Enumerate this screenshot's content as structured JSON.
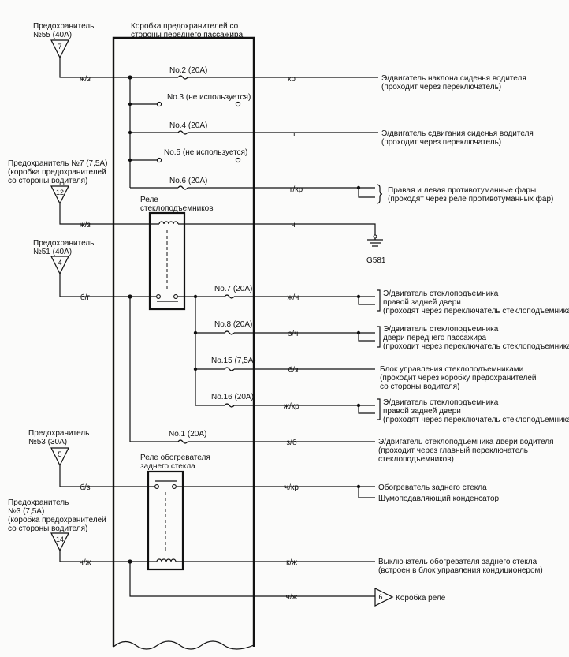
{
  "box": {
    "title_lines": [
      "Коробка предохранителей со",
      "стороны переднего пассажира"
    ]
  },
  "sources": [
    {
      "lines": [
        "Предохранитель",
        "№55 (40А)"
      ],
      "num": "7",
      "wire": "ж/з"
    },
    {
      "lines": [
        "Предохранитель №7 (7,5А)",
        "(коробка предохранителей",
        "со стороны водителя)"
      ],
      "num": "12",
      "wire": "ж/з"
    },
    {
      "lines": [
        "Предохранитель",
        "№51 (40А)"
      ],
      "num": "4",
      "wire": "б/г"
    },
    {
      "lines": [
        "Предохранитель",
        "№53 (30А)"
      ],
      "num": "5",
      "wire": "б/з"
    },
    {
      "lines": [
        "Предохранитель",
        "№3 (7,5А)",
        "(коробка предохранителей",
        "со стороны водителя)"
      ],
      "num": "14",
      "wire": "ч/ж"
    }
  ],
  "fuses": [
    {
      "label": "No.2 (20A)",
      "wire": "кр",
      "desc": [
        "Э/двигатель наклона сиденья водителя",
        "(проходит через переключатель)"
      ]
    },
    {
      "label": "No.3 (не используется)",
      "wire": "",
      "desc": []
    },
    {
      "label": "No.4 (20A)",
      "wire": "г",
      "desc": [
        "Э/двигатель сдвигания сиденья водителя",
        "(проходит через переключатель)"
      ]
    },
    {
      "label": "No.5 (не используется)",
      "wire": "",
      "desc": []
    },
    {
      "label": "No.6 (20A)",
      "wire": "г/кр",
      "desc": [
        "Правая и левая противотуманные фары",
        "(проходят через реле противотуманных фар)"
      ]
    },
    {
      "label": "No.7 (20A)",
      "wire": "ж/ч",
      "desc": [
        "Э/двигатель стеклоподъемника",
        "правой задней двери",
        "(проходят через переключатель стеклоподъемника)"
      ]
    },
    {
      "label": "No.8 (20A)",
      "wire": "з/ч",
      "desc": [
        "Э/двигатель стеклоподъемника",
        "двери переднего пассажира",
        "(проходит через переключатель стеклоподъемника)"
      ]
    },
    {
      "label": "No.15 (7,5A)",
      "wire": "б/з",
      "desc": [
        "Блок управления стеклоподъемниками",
        "(проходит через коробку предохранителей",
        "со стороны водителя)"
      ]
    },
    {
      "label": "No.16 (20A)",
      "wire": "ж/кр",
      "desc": [
        "Э/двигатель стеклоподъемника",
        "правой задней двери",
        "(проходят через переключатель стеклоподъемника)"
      ]
    },
    {
      "label": "No.1 (20A)",
      "wire": "з/б",
      "desc": [
        "Э/двигатель стеклоподъемника двери водителя",
        "(проходит через главный переключатель",
        "стеклоподъемников)"
      ]
    }
  ],
  "relay1": {
    "lines": [
      "Реле",
      "стеклоподъемников"
    ],
    "coil_wire": "ч",
    "ground": "G581"
  },
  "relay2": {
    "lines": [
      "Реле обогревателя",
      "заднего стекла"
    ],
    "out_wire": "ч/кр",
    "out_desc": [
      "Обогреватель заднего стекла",
      "Шумоподавляющий конденсатор"
    ],
    "coil_wire": "к/ж",
    "coil_desc": [
      "Выключатель обогревателя заднего стекла",
      "(встроен в блок управления кондиционером)"
    ]
  },
  "relay_box": {
    "wire": "ч/ж",
    "num": "6",
    "label": "Коробка реле"
  }
}
